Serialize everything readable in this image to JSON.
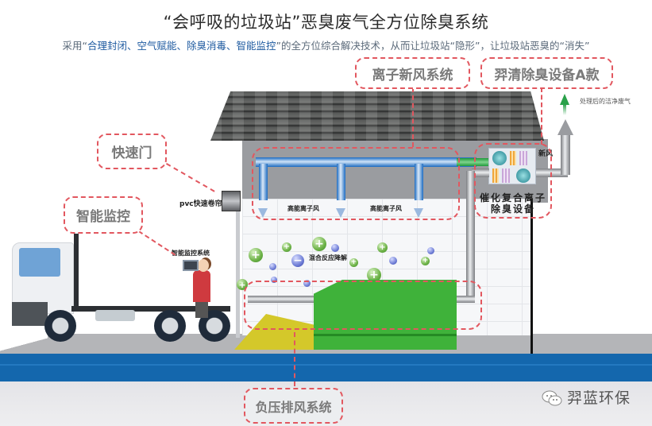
{
  "header": {
    "title": "“会呼吸的垃圾站”恶臭废气全方位除臭系统",
    "subtitle_prefix": "采用“",
    "subtitle_highlight": "合理封闭、空气赋能、除臭消毒、智能监控",
    "subtitle_suffix": "”的全方位综合解决技术，从而让垃圾站“隐形”，让垃圾站恶臭的“消失”"
  },
  "callouts": {
    "ion_fresh_air": "离子新风系统",
    "deodorizer_a": "羿清除臭设备A款",
    "fast_door": "快速门",
    "smart_monitor": "智能监控",
    "negative_pressure": "负压排风系统",
    "catalytic_device_line1": "催化复合离子",
    "catalytic_device_line2": "除臭设备"
  },
  "labels": {
    "pvc_door": "pvc快速卷帘",
    "monitor_system": "智能监控系统",
    "high_energy_ion_1": "高能离子风",
    "high_energy_ion_2": "高能离子风",
    "mixed_reaction": "混合反应降解",
    "fresh_air": "新风",
    "clean_air": "处理后的洁净废气"
  },
  "brand": {
    "name": "羿蓝环保",
    "icon": "wechat-icon"
  },
  "colors": {
    "callout_border": "#e2575f",
    "road_blue": "#1467ad",
    "compactor_green": "#3fb23a",
    "pipe_blue": "#1b6ac0"
  }
}
